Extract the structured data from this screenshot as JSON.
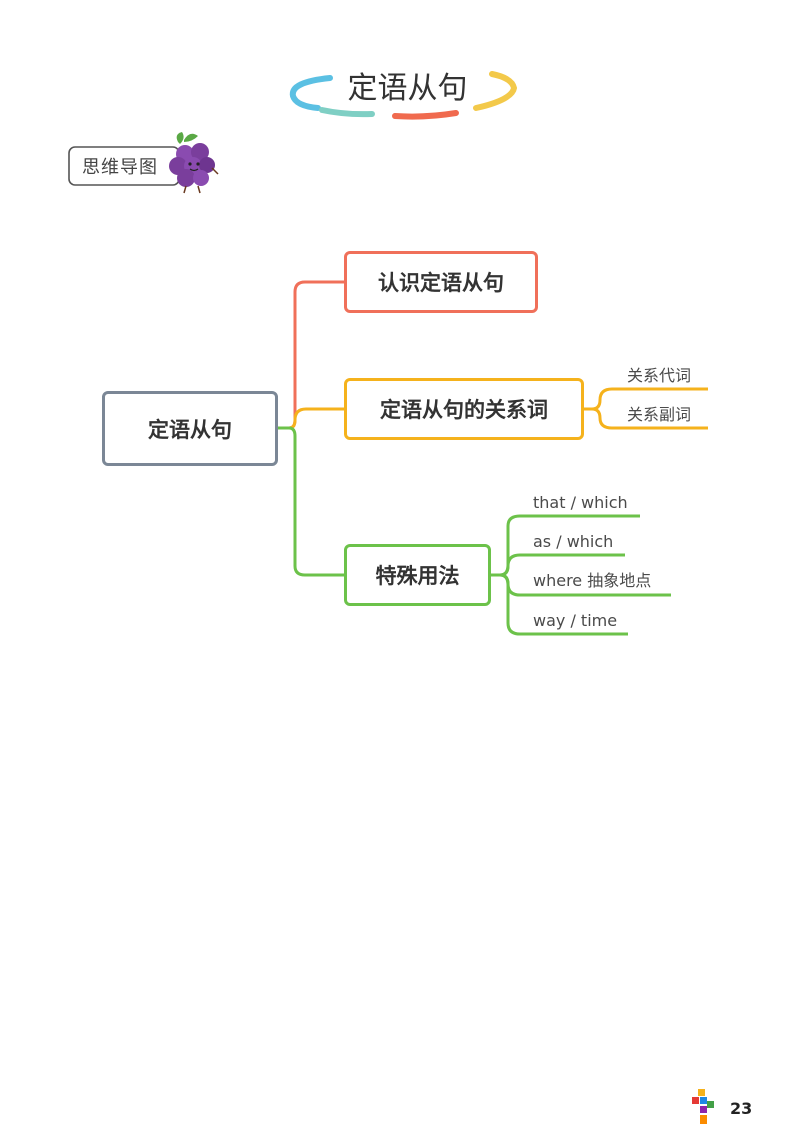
{
  "page": {
    "title": "定语从句",
    "badge": "思维导图",
    "page_number": "23"
  },
  "mindmap": {
    "root": "定语从句",
    "branches": [
      {
        "label": "认识定语从句",
        "color": "#f0705a",
        "children": []
      },
      {
        "label": "定语从句的关系词",
        "color": "#f5b21c",
        "children": [
          "关系代词",
          "关系副词"
        ]
      },
      {
        "label": "特殊用法",
        "color": "#6cc24a",
        "children": [
          "that / which",
          "as / which",
          "where 抽象地点",
          "way / time"
        ]
      }
    ],
    "root_color": "#7b8796"
  },
  "colors": {
    "title_arc_blue": "#5bc0e3",
    "title_arc_teal": "#7fcfc4",
    "title_arc_red": "#f06a4e",
    "title_arc_yellow": "#f3c94a",
    "grape": "#7a3e9c",
    "leaf_green": "#5aa845"
  },
  "icons": [
    "grape-icon",
    "logo-icon"
  ]
}
